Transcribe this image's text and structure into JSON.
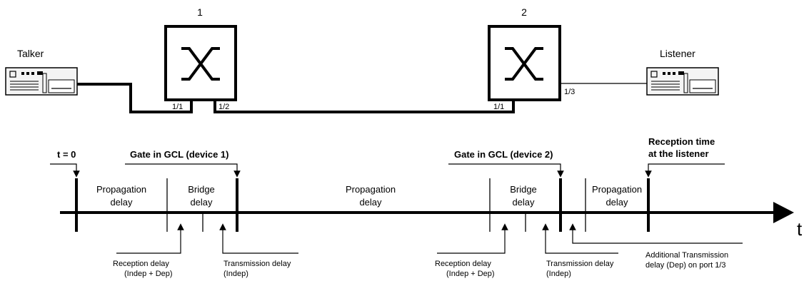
{
  "network": {
    "talker_label": "Talker",
    "listener_label": "Listener",
    "switch1_number": "1",
    "switch2_number": "2",
    "ports": {
      "sw1_in": "1/1",
      "sw1_out": "1/2",
      "sw2_in": "1/1",
      "sw2_out": "1/3"
    }
  },
  "timeline": {
    "axis_label": "t",
    "t0_label": "t = 0",
    "gate1_label": "Gate in GCL (device 1)",
    "gate2_label": "Gate in GCL (device 2)",
    "reception_time_line1": "Reception time",
    "reception_time_line2": "at the listener",
    "segments": {
      "prop1_line1": "Propagation",
      "prop1_line2": "delay",
      "bridge1_line1": "Bridge",
      "bridge1_line2": "delay",
      "prop2_line1": "Propagation",
      "prop2_line2": "delay",
      "bridge2_line1": "Bridge",
      "bridge2_line2": "delay",
      "prop3_line1": "Propagation",
      "prop3_line2": "delay"
    },
    "annotations": {
      "rx1_line1": "Reception delay",
      "rx1_line2": "(Indep + Dep)",
      "tx1_line1": "Transmission delay",
      "tx1_line2": "(Indep)",
      "rx2_line1": "Reception delay",
      "rx2_line2": "(Indep + Dep)",
      "tx2_line1": "Transmission delay",
      "tx2_line2": "(Indep)",
      "addtx_line1": "Additional Transmission",
      "addtx_line2": "delay (Dep) on port 1/3"
    }
  }
}
